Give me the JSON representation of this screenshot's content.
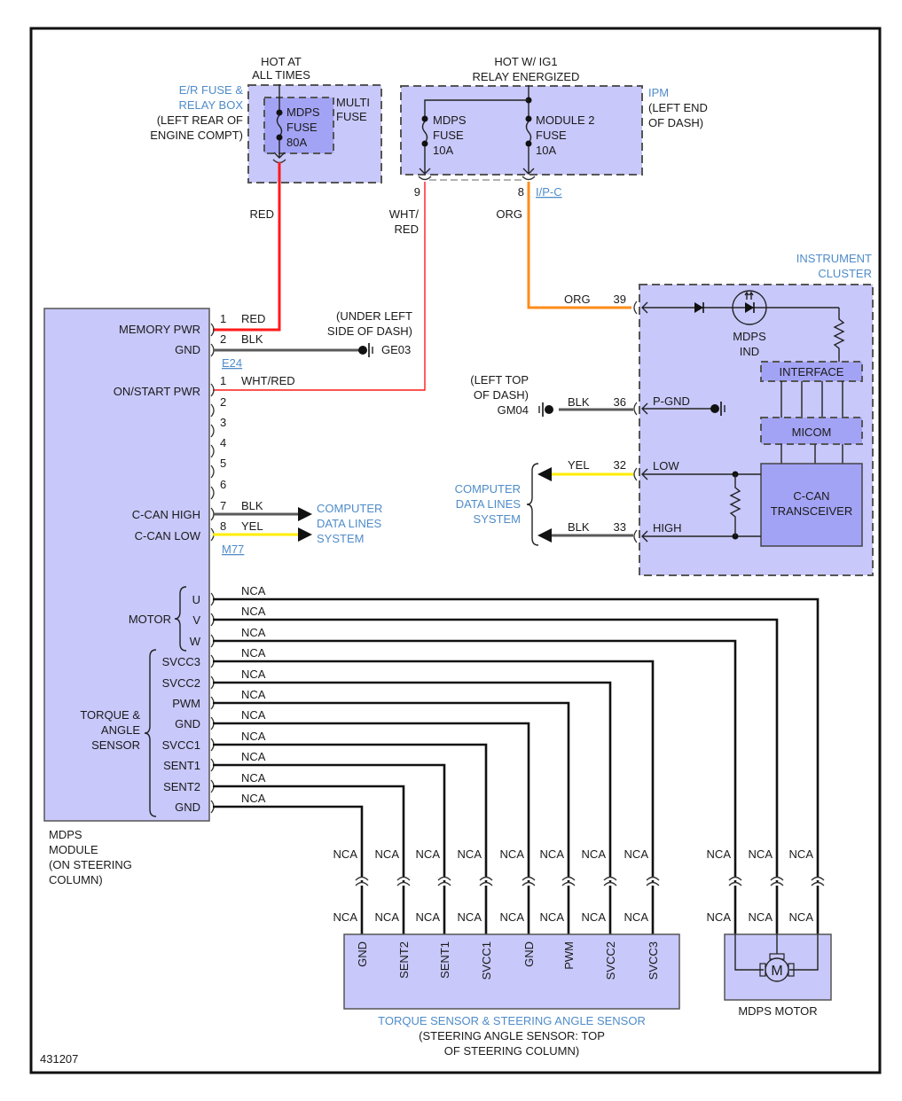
{
  "diagram_id": "431207",
  "colors": {
    "red": "#ff1a1a",
    "wht_red": "#f4a0a0",
    "org": "#ff8c1a",
    "yel": "#ffee00",
    "blk": "#5a5a5a",
    "nca": "#111111",
    "component_fill": "#c8c8fa",
    "inner_fill": "#a3a3f5",
    "label_blue": "#4f8cc9"
  },
  "er_fuse_box": {
    "supply_label_1": "HOT AT",
    "supply_label_2": "ALL TIMES",
    "name_1": "E/R FUSE &",
    "name_2": "RELAY BOX",
    "location_1": "(LEFT REAR OF",
    "location_2": "ENGINE COMPT)",
    "group_1": "MULTI",
    "group_2": "FUSE",
    "fuse_1": "MDPS",
    "fuse_2": "FUSE",
    "fuse_3": "80A",
    "wire_color": "RED"
  },
  "ipm": {
    "supply_label_1": "HOT W/ IG1",
    "supply_label_2": "RELAY ENERGIZED",
    "name": "IPM",
    "location_1": "(LEFT END",
    "location_2": "OF DASH)",
    "fuse_a_1": "MDPS",
    "fuse_a_2": "FUSE",
    "fuse_a_3": "10A",
    "fuse_b_1": "MODULE 2",
    "fuse_b_2": "FUSE",
    "fuse_b_3": "10A",
    "pin_a": "9",
    "pin_b": "8",
    "connector_ref": "I/P-C",
    "wire_a_1": "WHT/",
    "wire_a_2": "RED",
    "wire_b": "ORG"
  },
  "mdps_module": {
    "name_1": "MDPS",
    "name_2": "MODULE",
    "location_1": "(ON STEERING",
    "location_2": "COLUMN)",
    "connector_e24": "E24",
    "connector_m77": "M77",
    "e24_pins": [
      {
        "pin": "1",
        "label": "MEMORY PWR",
        "wire": "RED"
      },
      {
        "pin": "2",
        "label": "GND",
        "wire": "BLK"
      }
    ],
    "m77_pins": [
      {
        "pin": "1",
        "label": "ON/START PWR",
        "wire": "WHT/RED"
      },
      {
        "pin": "2",
        "label": "",
        "wire": ""
      },
      {
        "pin": "3",
        "label": "",
        "wire": ""
      },
      {
        "pin": "4",
        "label": "",
        "wire": ""
      },
      {
        "pin": "5",
        "label": "",
        "wire": ""
      },
      {
        "pin": "6",
        "label": "",
        "wire": ""
      },
      {
        "pin": "7",
        "label": "C-CAN HIGH",
        "wire": "BLK"
      },
      {
        "pin": "8",
        "label": "C-CAN LOW",
        "wire": "YEL"
      }
    ],
    "motor_group": "MOTOR",
    "sensor_group_1": "TORQUE &",
    "sensor_group_2": "ANGLE",
    "sensor_group_3": "SENSOR",
    "nca_pins": [
      {
        "label": "U",
        "wire": "NCA"
      },
      {
        "label": "V",
        "wire": "NCA"
      },
      {
        "label": "W",
        "wire": "NCA"
      },
      {
        "label": "SVCC3",
        "wire": "NCA"
      },
      {
        "label": "SVCC2",
        "wire": "NCA"
      },
      {
        "label": "PWM",
        "wire": "NCA"
      },
      {
        "label": "GND",
        "wire": "NCA"
      },
      {
        "label": "SVCC1",
        "wire": "NCA"
      },
      {
        "label": "SENT1",
        "wire": "NCA"
      },
      {
        "label": "SENT2",
        "wire": "NCA"
      },
      {
        "label": "GND",
        "wire": "NCA"
      }
    ]
  },
  "ground_ge03": {
    "location_1": "(UNDER LEFT",
    "location_2": "SIDE OF DASH)",
    "name": "GE03"
  },
  "ground_gm04": {
    "location_1": "(LEFT TOP",
    "location_2": "OF DASH)",
    "name": "GM04",
    "wire": "BLK",
    "pin": "36"
  },
  "data_lines_left": {
    "line_1": "COMPUTER",
    "line_2": "DATA LINES",
    "line_3": "SYSTEM"
  },
  "data_lines_right": {
    "line_1": "COMPUTER",
    "line_2": "DATA LINES",
    "line_3": "SYSTEM",
    "low_wire": "YEL",
    "low_pin": "32",
    "high_wire": "BLK",
    "high_pin": "33"
  },
  "instrument_cluster": {
    "name_1": "INSTRUMENT",
    "name_2": "CLUSTER",
    "input_wire": "ORG",
    "input_pin": "39",
    "indicator_1": "MDPS",
    "indicator_2": "IND",
    "interface": "INTERFACE",
    "micom": "MICOM",
    "transceiver_1": "C-CAN",
    "transceiver_2": "TRANSCEIVER",
    "pgnd": "P-GND",
    "low": "LOW",
    "high": "HIGH"
  },
  "torque_sensor": {
    "name": "TORQUE SENSOR & STEERING ANGLE SENSOR",
    "location_1": "(STEERING ANGLE SENSOR: TOP",
    "location_2": "OF STEERING COLUMN)",
    "pins": [
      "GND",
      "SENT2",
      "SENT1",
      "SVCC1",
      "GND",
      "PWM",
      "SVCC2",
      "SVCC3"
    ],
    "upper_wire": "NCA",
    "lower_wire": "NCA"
  },
  "mdps_motor": {
    "name": "MDPS MOTOR",
    "symbol": "M",
    "upper_wire": "NCA",
    "lower_wire": "NCA"
  }
}
